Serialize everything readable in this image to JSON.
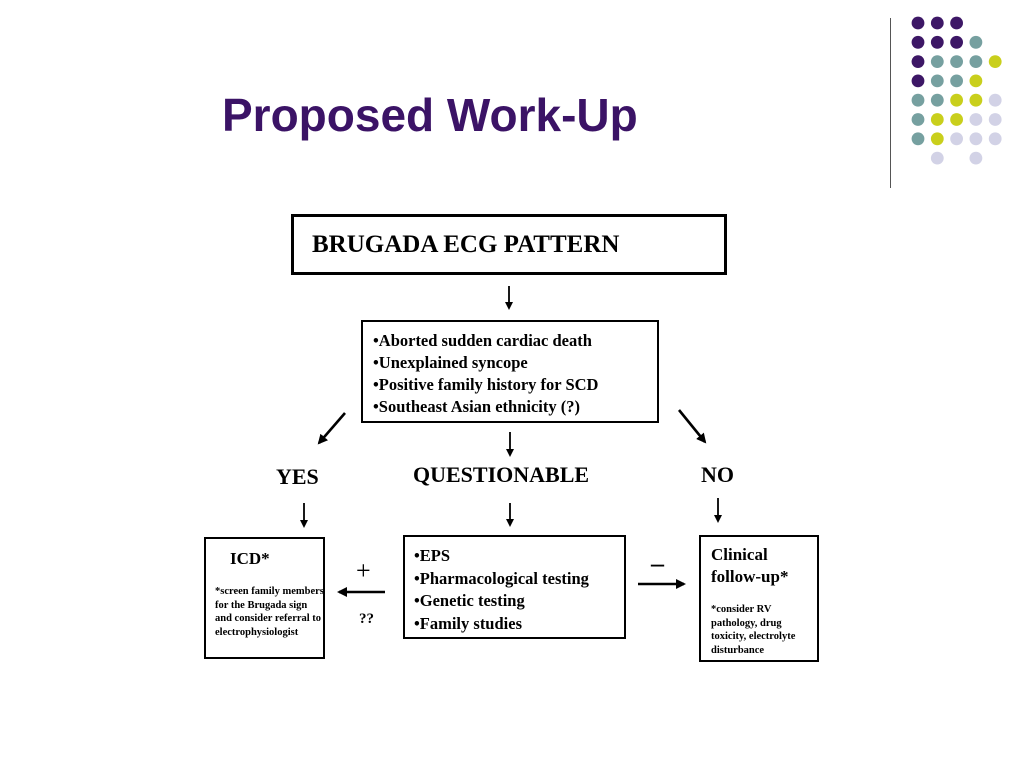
{
  "slide": {
    "title": "Proposed Work-Up"
  },
  "decoration": {
    "dot_colors": {
      "purple": "#3d1766",
      "teal": "#76a0a0",
      "yellow": "#c9cf1c",
      "lavender": "#d2d2e6"
    }
  },
  "flowchart": {
    "main_box": "BRUGADA ECG PATTERN",
    "criteria": [
      "•Aborted sudden cardiac death",
      "•Unexplained syncope",
      "•Positive family history for SCD",
      "•Southeast Asian ethnicity (?)"
    ],
    "branches": {
      "yes": "YES",
      "questionable": "QUESTIONABLE",
      "no": "NO"
    },
    "icd": {
      "heading": "ICD*",
      "note": "*screen family members for the Brugada sign and consider referral to electrophysiologist"
    },
    "workup": [
      "•EPS",
      "•Pharmacological testing",
      "•Genetic testing",
      "•Family studies"
    ],
    "clinical": {
      "heading": "Clinical follow-up*",
      "note": "*consider RV pathology, drug toxicity, electrolyte disturbance"
    },
    "connectors": {
      "plus": "+",
      "minus": "–",
      "unknown": "??"
    }
  }
}
